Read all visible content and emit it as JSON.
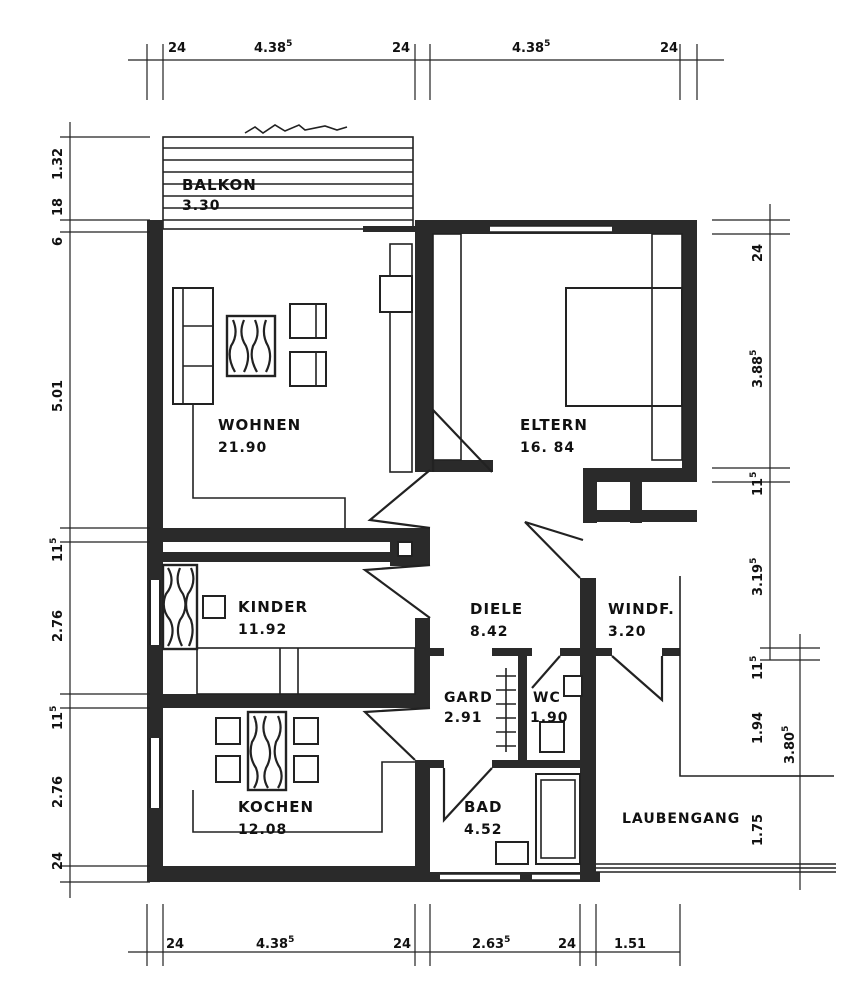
{
  "rooms": {
    "balkon": {
      "name": "BALKON",
      "area": "3.30"
    },
    "wohnen": {
      "name": "WOHNEN",
      "area": "21.90"
    },
    "eltern": {
      "name": "ELTERN",
      "area": "16. 84"
    },
    "kinder": {
      "name": "KINDER",
      "area": "11.92"
    },
    "diele": {
      "name": "DIELE",
      "area": "8.42"
    },
    "windf": {
      "name": "WINDF.",
      "area": "3.20"
    },
    "gard": {
      "name": "GARD",
      "area": "2.91"
    },
    "wc": {
      "name": "WC",
      "area": "1.90"
    },
    "kochen": {
      "name": "KOCHEN",
      "area": "12.08"
    },
    "bad": {
      "name": "BAD",
      "area": "4.52"
    },
    "laubengang": {
      "name": "LAUBENGANG"
    }
  },
  "dimensions": {
    "top": [
      {
        "main": "24"
      },
      {
        "main": "4.38",
        "sup": "5"
      },
      {
        "main": "24"
      },
      {
        "main": "4.38",
        "sup": "5"
      },
      {
        "main": "24"
      }
    ],
    "bottom": [
      {
        "main": "24"
      },
      {
        "main": "4.38",
        "sup": "5"
      },
      {
        "main": "24"
      },
      {
        "main": "2.63",
        "sup": "5"
      },
      {
        "main": "24"
      },
      {
        "main": "1.51"
      }
    ],
    "left": [
      {
        "main": "1.32"
      },
      {
        "main": "18"
      },
      {
        "main": "6"
      },
      {
        "main": "5.01"
      },
      {
        "main": "11",
        "sup": "5"
      },
      {
        "main": "2.76"
      },
      {
        "main": "11",
        "sup": "5"
      },
      {
        "main": "2.76"
      },
      {
        "main": "24"
      }
    ],
    "right": [
      {
        "main": "24"
      },
      {
        "main": "3.88",
        "sup": "5"
      },
      {
        "main": "11",
        "sup": "5"
      },
      {
        "main": "3.19",
        "sup": "5"
      },
      {
        "main": "11",
        "sup": "5"
      },
      {
        "main": "1.94"
      },
      {
        "main": "3.80",
        "sup": "5"
      },
      {
        "main": "1.75"
      }
    ]
  },
  "colors": {
    "ink": "#2a2a2a",
    "paper": "#ffffff"
  }
}
